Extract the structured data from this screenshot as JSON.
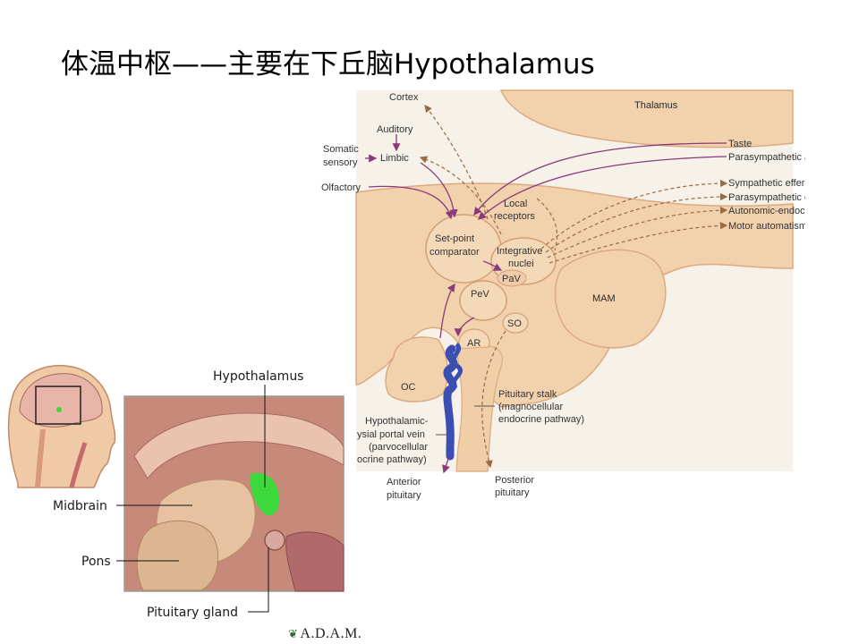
{
  "slide": {
    "title": "体温中枢——主要在下丘脑Hypothalamus"
  },
  "hypothalamus_diagram": {
    "labels": {
      "cortex": "Cortex",
      "thalamus": "Thalamus",
      "auditory": "Auditory",
      "somatic_1": "Somatic",
      "somatic_2": "sensory",
      "limbic": "Limbic",
      "olfactory": "Olfactory",
      "local_1": "Local",
      "local_2": "receptors",
      "setpoint_1": "Set-point",
      "setpoint_2": "comparator",
      "integrative_1": "Integrative",
      "integrative_2": "nuclei",
      "pav": "PaV",
      "pev": "PeV",
      "so": "SO",
      "ar": "AR",
      "oc": "OC",
      "mam": "MAM",
      "taste": "Taste",
      "para_afferents": "Parasympathetic afferents",
      "sym_efferents": "Sympathetic efferents",
      "para_efferents": "Parasympathetic efferents",
      "autonomic": "Autonomic-endocrine",
      "motor": "Motor automatisms",
      "stalk_1": "Pituitary stalk",
      "stalk_2": "(magnocellular",
      "stalk_3": "endocrine pathway)",
      "portal_1": "Hypothalamic-",
      "portal_2": "ysial portal vein",
      "portal_3": "(parvocellular",
      "portal_4": "ocrine pathway)",
      "anterior_1": "Anterior",
      "anterior_2": "pituitary",
      "posterior_1": "Posterior",
      "posterior_2": "pituitary"
    }
  },
  "brain_inset": {
    "labels": {
      "hypothalamus": "Hypothalamus",
      "midbrain": "Midbrain",
      "pons": "Pons",
      "pituitary_gland": "Pituitary gland"
    }
  },
  "credit": {
    "logo_text": "A.D.A.M."
  },
  "colors": {
    "tissue": "#f2d2ad",
    "tissue_outline": "#dcaa80",
    "afferent_arrow": "#8a3a7a",
    "efferent_arrow": "#9a6a40",
    "portal_vein": "#3a4fb0",
    "hypothalamus_highlight": "#3cd83c"
  }
}
